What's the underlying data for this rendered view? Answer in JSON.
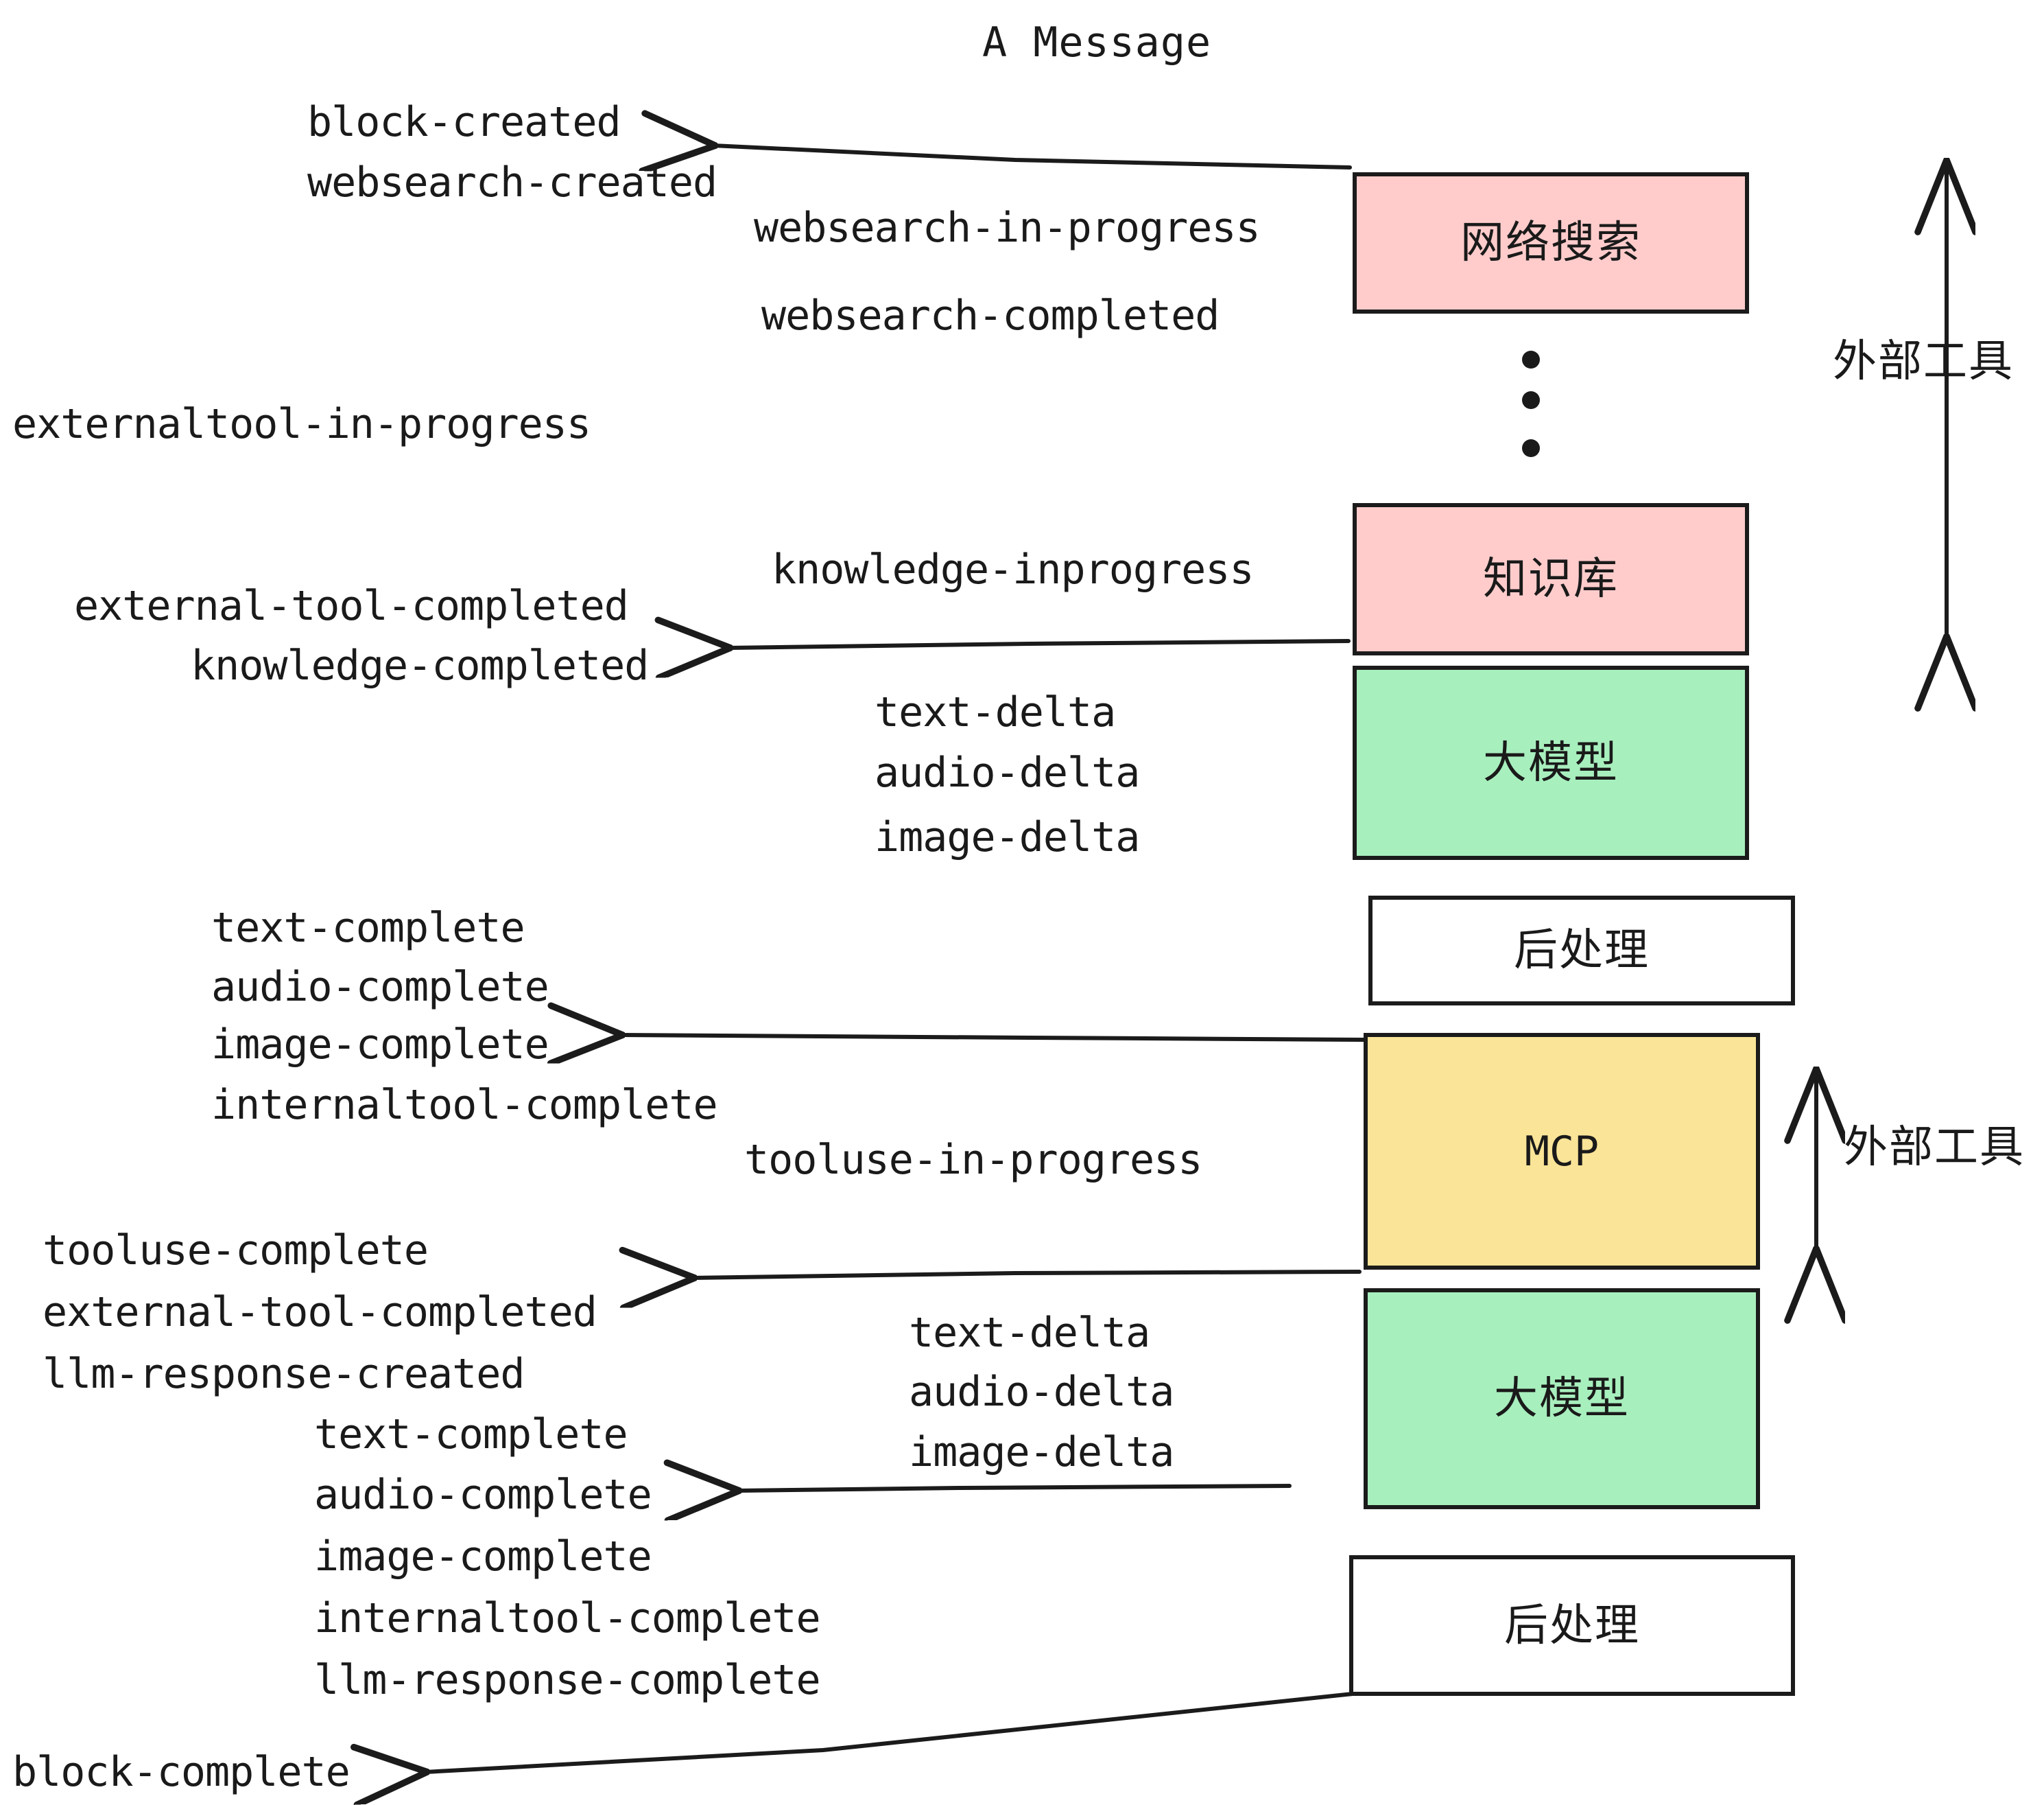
{
  "title": "A Message",
  "colors": {
    "pink": "#FFCCCB",
    "green": "#A8EFBE",
    "yellow": "#FAE497",
    "white": "#FFFFFF",
    "stroke": "#1B1B1B",
    "text": "#1A1A1A"
  },
  "boxes": [
    {
      "id": "websearch",
      "label": "网络搜索",
      "fill": "#FFCCCB"
    },
    {
      "id": "knowledge",
      "label": "知识库",
      "fill": "#FFCCCB"
    },
    {
      "id": "llm-1",
      "label": "大模型",
      "fill": "#A8EFBE"
    },
    {
      "id": "postprocess-1",
      "label": "后处理",
      "fill": "#FFFFFF"
    },
    {
      "id": "mcp",
      "label": "MCP",
      "fill": "#FAE497"
    },
    {
      "id": "llm-2",
      "label": "大模型",
      "fill": "#A8EFBE"
    },
    {
      "id": "postprocess-2",
      "label": "后处理",
      "fill": "#FFFFFF"
    }
  ],
  "side_labels": [
    {
      "id": "external-tool-top",
      "label": "外部工具"
    },
    {
      "id": "external-tool-bottom",
      "label": "外部工具"
    }
  ],
  "events": {
    "block_created": "block-created",
    "websearch_created": "websearch-created",
    "websearch_in_progress": "websearch-in-progress",
    "websearch_completed": "websearch-completed",
    "externaltool_in_progress": "externaltool-in-progress",
    "knowledge_inprogress": "knowledge-inprogress",
    "external_tool_completed_1": "external-tool-completed",
    "knowledge_completed": "knowledge-completed",
    "text_delta_1": "text-delta",
    "audio_delta_1": "audio-delta",
    "image_delta_1": "image-delta",
    "text_complete_1": "text-complete",
    "audio_complete_1": "audio-complete",
    "image_complete_1": "image-complete",
    "internaltool_complete_1": "internaltool-complete",
    "tooluse_in_progress": "tooluse-in-progress",
    "tooluse_complete": "tooluse-complete",
    "external_tool_completed_2": "external-tool-completed",
    "llm_response_created": "llm-response-created",
    "text_delta_2": "text-delta",
    "audio_delta_2": "audio-delta",
    "image_delta_2": "image-delta",
    "text_complete_2": "text-complete",
    "audio_complete_2": "audio-complete",
    "image_complete_2": "image-complete",
    "internaltool_complete_2": "internaltool-complete",
    "llm_response_complete": "llm-response-complete",
    "block_complete": "block-complete"
  },
  "dots_count": 3
}
